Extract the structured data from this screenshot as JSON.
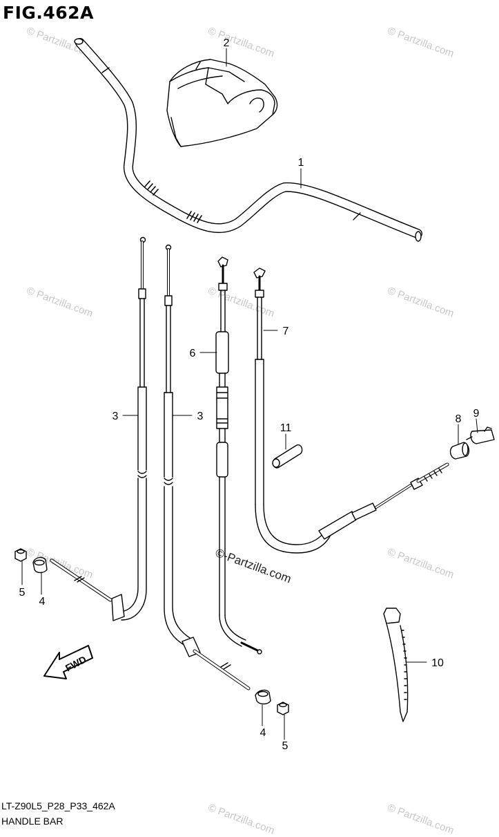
{
  "figure": {
    "title": "FIG.462A",
    "code": "LT-Z90L5_P28_P33_462A",
    "name": "HANDLE BAR"
  },
  "watermark": {
    "text": "© Partzilla.com",
    "center_text": "©-Partzilla.com"
  },
  "fwd_label": "FWD",
  "callouts": {
    "c1": "1",
    "c2": "2",
    "c3a": "3",
    "c3b": "3",
    "c4a": "4",
    "c4b": "4",
    "c5a": "5",
    "c5b": "5",
    "c6": "6",
    "c7": "7",
    "c8": "8",
    "c9": "9",
    "c10": "10",
    "c11": "11"
  }
}
